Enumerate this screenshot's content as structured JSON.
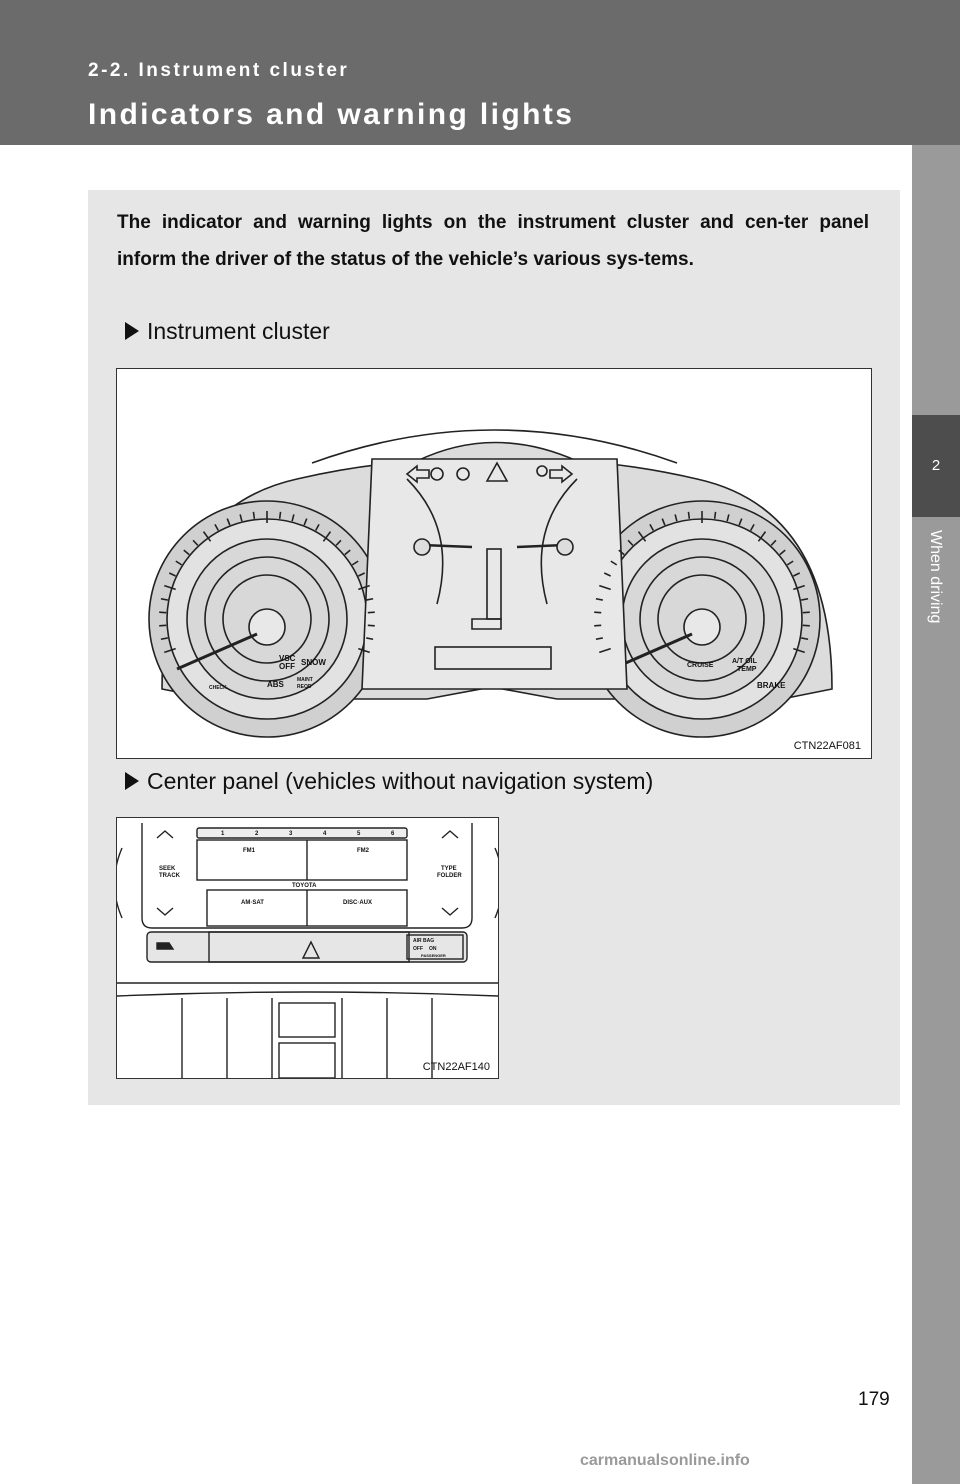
{
  "header": {
    "section": "2-2. Instrument cluster",
    "title": "Indicators and warning lights"
  },
  "side_tab": {
    "number": "2",
    "label": "When driving"
  },
  "intro": "The indicator and warning lights on the instrument cluster and cen-ter panel inform the driver of the status of the vehicle’s various sys-tems.",
  "bullets": [
    "Instrument cluster",
    "Center panel (vehicles without navigation system)"
  ],
  "figure1": {
    "code": "CTN22AF081",
    "labels": {
      "vsc": "VSC",
      "off": "OFF",
      "snow": "SNOW",
      "check": "CHECK",
      "abs": "ABS",
      "maint": "MAINT",
      "reqd": "REQD",
      "cruise": "CRUISE",
      "at_oil": "A/T OIL",
      "temp": "TEMP",
      "brake": "BRAKE"
    }
  },
  "figure2": {
    "code": "CTN22AF140",
    "presets": [
      "1",
      "2",
      "3",
      "4",
      "5",
      "6"
    ],
    "seek": "SEEK",
    "track": "TRACK",
    "type": "TYPE",
    "folder": "FOLDER",
    "fm1": "FM1",
    "fm2": "FM2",
    "brand": "TOYOTA",
    "am_sat": "AM·SAT",
    "disc_aux": "DISC·AUX",
    "airbag": "AIR BAG",
    "off": "OFF",
    "on": "ON",
    "passenger": "PASSENGER"
  },
  "page_number": "179",
  "footer": "carmanualsonline.info"
}
